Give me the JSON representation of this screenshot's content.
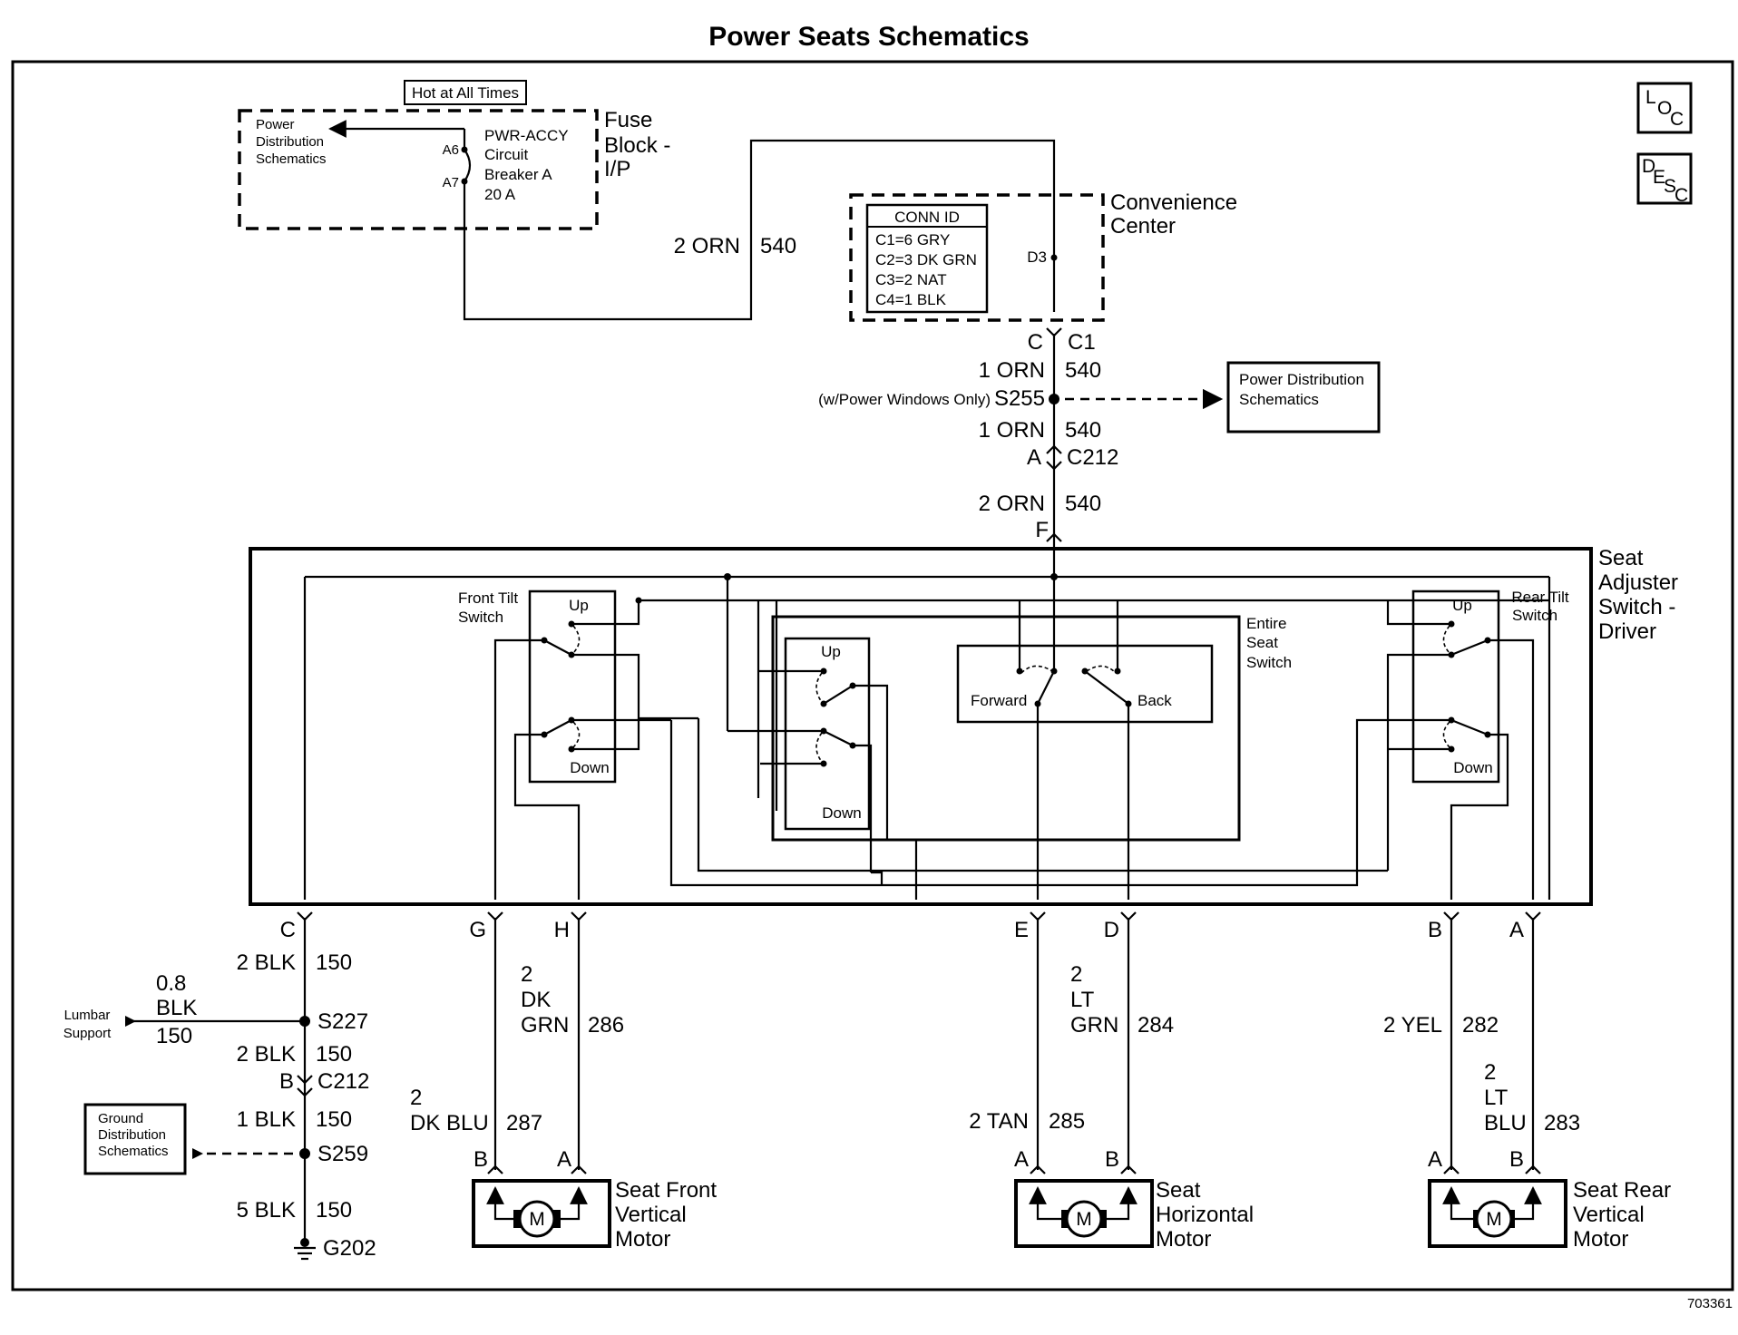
{
  "title": "Power Seats Schematics",
  "figure_id": "703361",
  "loc_icon": {
    "letters": [
      "L",
      "O",
      "C"
    ]
  },
  "desc_icon": {
    "letters": [
      "D",
      "E",
      "S",
      "C"
    ]
  },
  "fuse_block": {
    "hot_label": "Hot at All Times",
    "name_line1": "Fuse",
    "name_line2": "Block -",
    "name_line3": "I/P",
    "pd_line1": "Power",
    "pd_line2": "Distribution",
    "pd_line3": "Schematics",
    "pin_a6": "A6",
    "pin_a7": "A7",
    "cb_line1": "PWR-ACCY",
    "cb_line2": "Circuit",
    "cb_line3": "Breaker A",
    "cb_line4": "20 A"
  },
  "feed_wire": {
    "gauge_color": "2 ORN",
    "circuit": "540"
  },
  "convenience_center": {
    "name_line1": "Convenience",
    "name_line2": "Center",
    "conn_id": "CONN ID",
    "c1": "C1=6 GRY",
    "c2": "C2=3 DK GRN",
    "c3": "C3=2 NAT",
    "c4": "C4=1 BLK",
    "pin": "D3",
    "conn_pin": "C",
    "conn_name": "C1"
  },
  "main_feed": {
    "w1_gauge": "1 ORN",
    "w1_circuit": "540",
    "splice_note": "(w/Power Windows Only)",
    "splice": "S255",
    "w2_gauge": "1 ORN",
    "w2_circuit": "540",
    "conn_pin": "A",
    "conn_name": "C212",
    "w3_gauge": "2 ORN",
    "w3_circuit": "540",
    "switch_pin": "F"
  },
  "pd_box": {
    "line1": "Power Distribution",
    "line2": "Schematics"
  },
  "switch_assembly": {
    "name_line1": "Seat",
    "name_line2": "Adjuster",
    "name_line3": "Switch -",
    "name_line4": "Driver",
    "front_tilt_line1": "Front Tilt",
    "front_tilt_line2": "Switch",
    "rear_tilt_line1": "Rear Tilt",
    "rear_tilt_line2": "Switch",
    "entire_line1": "Entire",
    "entire_line2": "Seat",
    "entire_line3": "Switch",
    "up": "Up",
    "down": "Down",
    "forward": "Forward",
    "back": "Back"
  },
  "pins": {
    "c": "C",
    "g": "G",
    "h": "H",
    "e": "E",
    "d": "D",
    "b": "B",
    "a": "A"
  },
  "ground": {
    "w1_gauge": "2 BLK",
    "w1_circuit": "150",
    "lumbar_line1": "Lumbar",
    "lumbar_line2": "Support",
    "lumbar_g1": "0.8",
    "lumbar_g2": "BLK",
    "lumbar_circuit": "150",
    "splice1": "S227",
    "w2_gauge": "2 BLK",
    "w2_circuit": "150",
    "conn_pin": "B",
    "conn_name": "C212",
    "w3_gauge": "1 BLK",
    "w3_circuit": "150",
    "gd_line1": "Ground",
    "gd_line2": "Distribution",
    "gd_line3": "Schematics",
    "splice2": "S259",
    "w4_gauge": "5 BLK",
    "w4_circuit": "150",
    "ground_name": "G202"
  },
  "front_motor": {
    "wire_h_l1": "2",
    "wire_h_l2": "DK",
    "wire_h_l3": "GRN",
    "wire_h_circuit": "286",
    "wire_g_l1": "2",
    "wire_g_l2": "DK BLU",
    "wire_g_circuit": "287",
    "pin_b": "B",
    "pin_a": "A",
    "name_line1": "Seat Front",
    "name_line2": "Vertical",
    "name_line3": "Motor",
    "symbol": "M"
  },
  "horiz_motor": {
    "wire_d_l1": "2",
    "wire_d_l2": "LT",
    "wire_d_l3": "GRN",
    "wire_d_circuit": "284",
    "wire_e_gauge": "2 TAN",
    "wire_e_circuit": "285",
    "pin_a": "A",
    "pin_b": "B",
    "name_line1": "Seat",
    "name_line2": "Horizontal",
    "name_line3": "Motor",
    "symbol": "M"
  },
  "rear_motor": {
    "wire_b_gauge": "2 YEL",
    "wire_b_circuit": "282",
    "wire_a_l1": "2",
    "wire_a_l2": "LT",
    "wire_a_l3": "BLU",
    "wire_a_circuit": "283",
    "pin_a": "A",
    "pin_b": "B",
    "name_line1": "Seat Rear",
    "name_line2": "Vertical",
    "name_line3": "Motor",
    "symbol": "M"
  }
}
